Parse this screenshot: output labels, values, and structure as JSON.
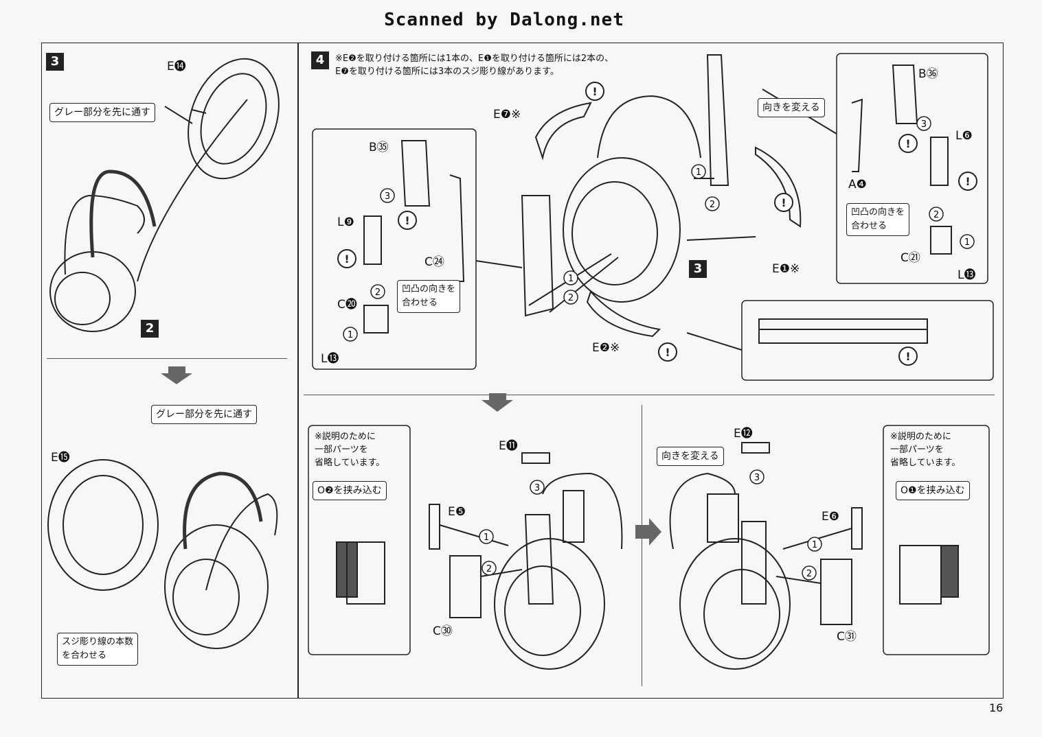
{
  "header": "Scanned by Dalong.net",
  "page_number": "16",
  "step3": {
    "number": "3",
    "part_top": "E⓮",
    "callout_top": "グレー部分を先に通す",
    "sub_number": "2",
    "part_bottom": "E⓯",
    "callout_bottom": "グレー部分を先に通す",
    "callout_lines": "スジ彫り線の本数\nを合わせる"
  },
  "step4": {
    "number": "4",
    "note": "※E❷を取り付ける箇所には1本の、E❶を取り付ける箇所には2本の、\nE❼を取り付ける箇所には3本のスジ彫り線があります。",
    "callout_orient": "向きを変える",
    "callout_match_left": "凹凸の向きを\n合わせる",
    "callout_match_right": "凹凸の向きを\n合わせる",
    "ref_step": "3",
    "parts": {
      "e7": "E❼※",
      "b35": "B㉟",
      "l9": "L❾",
      "c24": "C㉔",
      "c20": "C⓴",
      "l13_left": "L⓭",
      "e2": "E❷※",
      "e1": "E❶※",
      "b36": "B㊱",
      "l6": "L❻",
      "a4": "A❹",
      "c21": "C㉑",
      "l13_right": "L⓭"
    }
  },
  "bottom_left": {
    "note": "※説明のために\n一部パーツを\n省略しています。",
    "callout_clip": "O❷を挟み込む",
    "parts": {
      "e11": "E⓫",
      "e5": "E❺",
      "c30": "C㉚"
    }
  },
  "bottom_right": {
    "callout_orient": "向きを変える",
    "note": "※説明のために\n一部パーツを\n省略しています。",
    "callout_clip": "O❶を挟み込む",
    "parts": {
      "e12": "E⓬",
      "e6": "E❻",
      "c31": "C㉛"
    }
  },
  "step_circles": [
    "1",
    "2",
    "3"
  ]
}
